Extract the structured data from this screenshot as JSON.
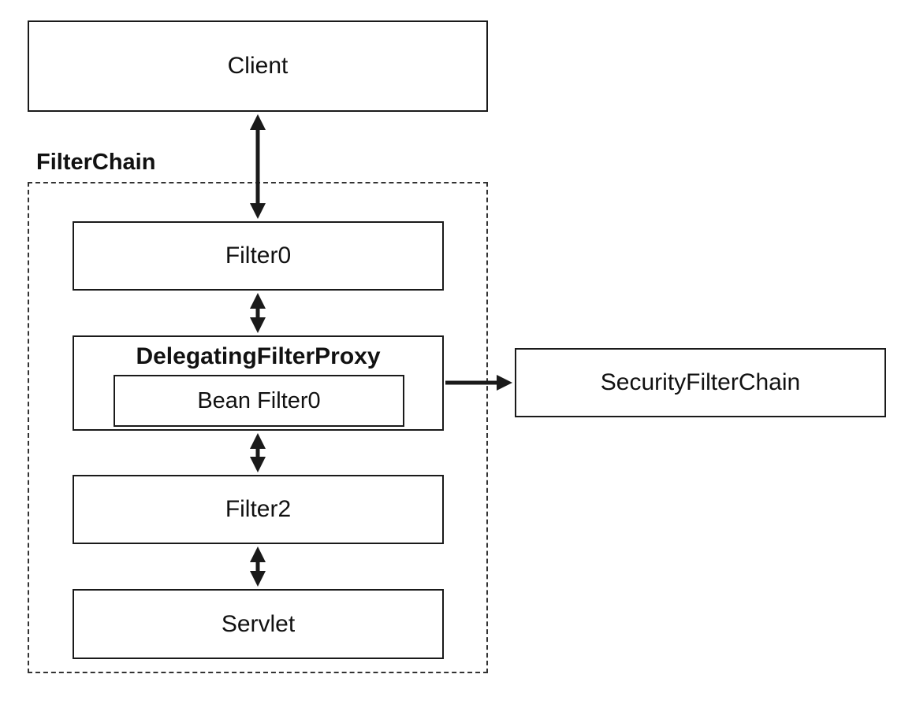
{
  "client": {
    "label": "Client"
  },
  "filter_chain": {
    "label": "FilterChain",
    "filter0": {
      "label": "Filter0"
    },
    "proxy": {
      "title": "DelegatingFilterProxy",
      "bean": {
        "label": "Bean Filter0"
      }
    },
    "filter2": {
      "label": "Filter2"
    },
    "servlet": {
      "label": "Servlet"
    }
  },
  "security_filter_chain": {
    "label": "SecurityFilterChain"
  },
  "arrows": [
    {
      "from": "Client",
      "to": "Filter0",
      "direction": "bidirectional"
    },
    {
      "from": "Filter0",
      "to": "DelegatingFilterProxy",
      "direction": "bidirectional"
    },
    {
      "from": "DelegatingFilterProxy",
      "to": "Filter2",
      "direction": "bidirectional"
    },
    {
      "from": "Filter2",
      "to": "Servlet",
      "direction": "bidirectional"
    },
    {
      "from": "DelegatingFilterProxy",
      "to": "SecurityFilterChain",
      "direction": "forward"
    }
  ],
  "colors": {
    "stroke": "#1a1a1a",
    "background": "#ffffff"
  }
}
